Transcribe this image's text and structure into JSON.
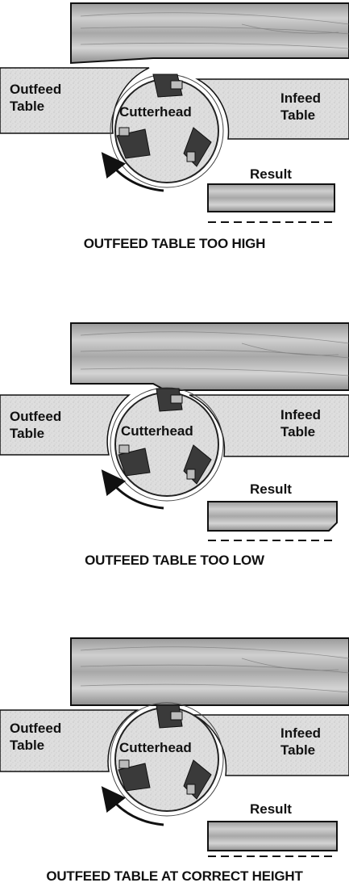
{
  "diagrams": [
    {
      "outfeed_label": [
        "Outfeed",
        "Table"
      ],
      "infeed_label": [
        "Infeed",
        "Table"
      ],
      "cutterhead_label": "Cutterhead",
      "result_label": "Result",
      "caption": "OUTFEED TABLE TOO HIGH"
    },
    {
      "outfeed_label": [
        "Outfeed",
        "Table"
      ],
      "infeed_label": [
        "Infeed",
        "Table"
      ],
      "cutterhead_label": "Cutterhead",
      "result_label": "Result",
      "caption": "OUTFEED TABLE TOO LOW"
    },
    {
      "outfeed_label": [
        "Outfeed",
        "Table"
      ],
      "infeed_label": [
        "Infeed",
        "Table"
      ],
      "cutterhead_label": "Cutterhead",
      "result_label": "Result",
      "caption": "OUTFEED TABLE AT CORRECT HEIGHT"
    }
  ],
  "colors": {
    "table_fill": "#dcdcdc",
    "board_dark": "#8a8a8a",
    "board_light": "#d8d8d8",
    "knife": "#3a3a3a"
  }
}
